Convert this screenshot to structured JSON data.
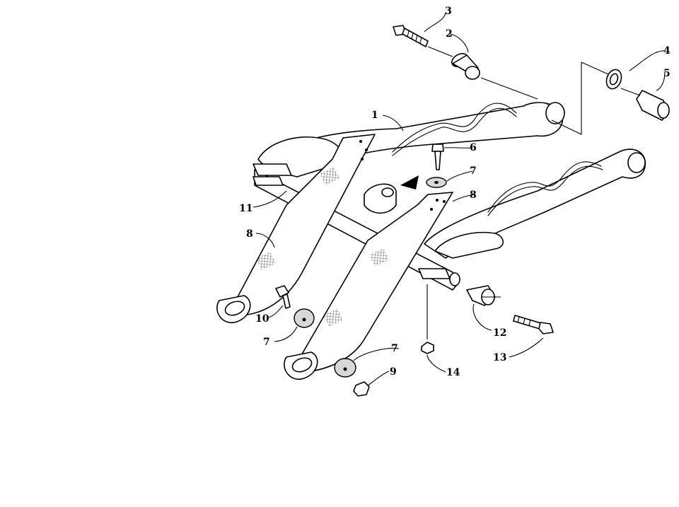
{
  "diagram": {
    "callouts": {
      "c1": "1",
      "c2": "2",
      "c3": "3",
      "c4": "4",
      "c5": "5",
      "c6": "6",
      "c7a": "7",
      "c8a": "8",
      "c8b": "8",
      "c11": "11",
      "c10": "10",
      "c7b": "7",
      "c7c": "7",
      "c9": "9",
      "c12": "12",
      "c13": "13",
      "c14": "14"
    },
    "pointer_icon": "triangle-arrow-icon"
  }
}
